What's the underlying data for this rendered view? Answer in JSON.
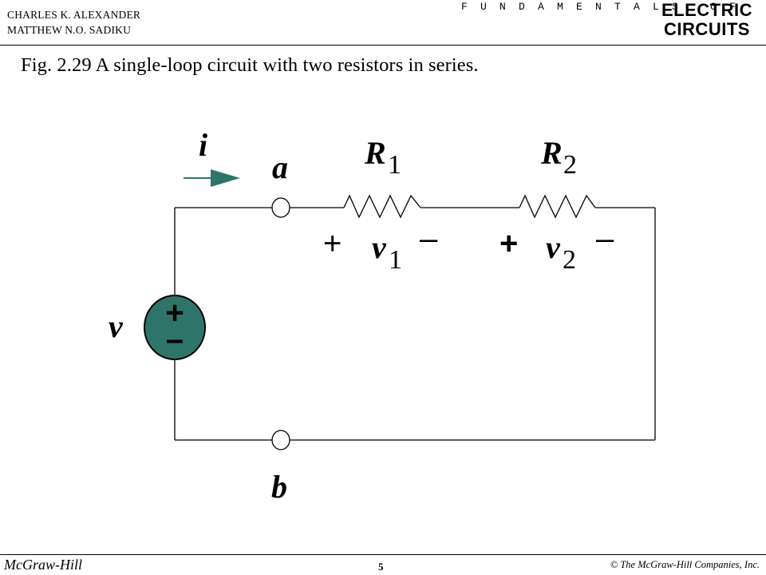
{
  "header": {
    "author_1": "CHARLES K. ALEXANDER",
    "author_2": "MATTHEW N.O. SADIKU",
    "series_label": "F U N D A M E N T A L S   O F",
    "book_line_1": "ELECTRIC",
    "book_line_2": "CIRCUITS"
  },
  "caption": "Fig. 2.29 A single-loop circuit with two resistors in series.",
  "circuit": {
    "current_label": "i",
    "node_a_label": "a",
    "node_b_label": "b",
    "source_label": "v",
    "source_plus": "+",
    "source_minus": "–",
    "resistor_1": {
      "letter": "R",
      "sub": "1"
    },
    "resistor_2": {
      "letter": "R",
      "sub": "2"
    },
    "voltage_1": {
      "plus": "+",
      "letter": "v",
      "sub": "1",
      "minus": "–"
    },
    "voltage_2": {
      "plus": "+",
      "letter": "v",
      "sub": "2",
      "minus": "–"
    },
    "colors": {
      "source_fill": "#2f7469",
      "arrow": "#2f7469",
      "wire": "#000000"
    }
  },
  "footer": {
    "publisher": "McGraw-Hill",
    "page_number": "5",
    "copyright": "© The McGraw-Hill Companies, Inc."
  }
}
